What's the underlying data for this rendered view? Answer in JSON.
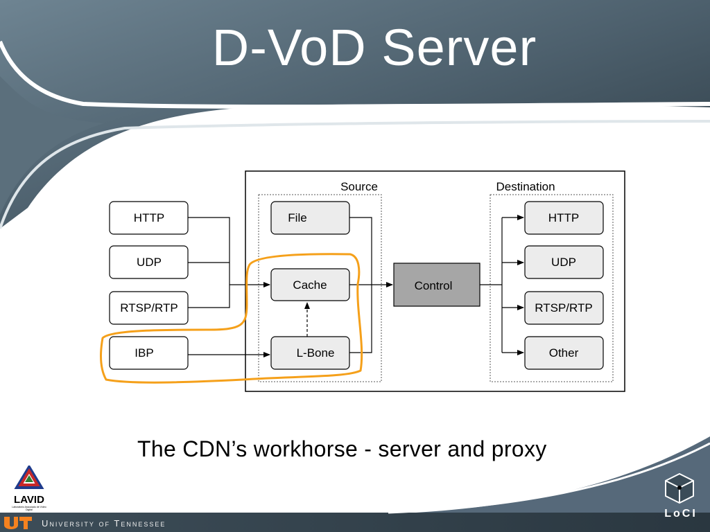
{
  "slide": {
    "title": "D-VoD Server",
    "subtitle": "The CDN’s workhorse - server and proxy",
    "footer_university": "University of Tennessee"
  },
  "logos": {
    "left": {
      "name": "LAVID",
      "small_text": "Laboratório Associado de Vídeo Digital"
    },
    "right": {
      "name": "LoCI"
    }
  },
  "diagram": {
    "section_source": "Source",
    "section_destination": "Destination",
    "inputs": [
      "HTTP",
      "UDP",
      "RTSP/RTP",
      "IBP"
    ],
    "source_boxes": [
      "File",
      "Cache",
      "L-Bone"
    ],
    "control": "Control",
    "destinations": [
      "HTTP",
      "UDP",
      "RTSP/RTP",
      "Other"
    ]
  },
  "colors": {
    "background_dark": "#33434f",
    "background_mid": "#5b6f7c",
    "highlight_orange": "#f5a01a",
    "control_fill": "#a6a6a6",
    "box_fill": "#ececec"
  }
}
